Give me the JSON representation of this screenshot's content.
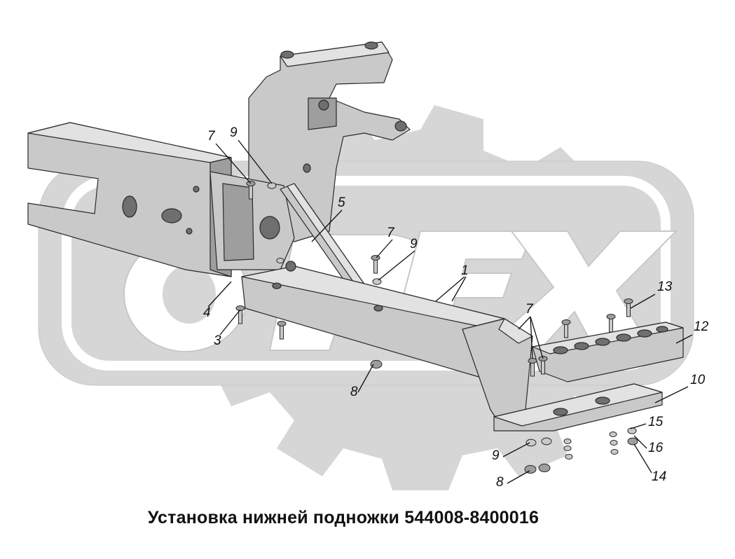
{
  "caption": "Установка нижней подножки 544008-8400016",
  "watermark": {
    "text": "OPEX",
    "gear_color": "#d6d6d6",
    "letter_color": "#ffffff",
    "outline_color": "#c8c8c8"
  },
  "callouts": [
    {
      "id": "c7a",
      "text": "7"
    },
    {
      "id": "c9a",
      "text": "9"
    },
    {
      "id": "c5",
      "text": "5"
    },
    {
      "id": "c7b",
      "text": "7"
    },
    {
      "id": "c9b",
      "text": "9"
    },
    {
      "id": "c1",
      "text": "1"
    },
    {
      "id": "c4",
      "text": "4"
    },
    {
      "id": "c3",
      "text": "3"
    },
    {
      "id": "c7c",
      "text": "7"
    },
    {
      "id": "c13",
      "text": "13"
    },
    {
      "id": "c12",
      "text": "12"
    },
    {
      "id": "c10",
      "text": "10"
    },
    {
      "id": "c8a",
      "text": "8"
    },
    {
      "id": "c15",
      "text": "15"
    },
    {
      "id": "c9c",
      "text": "9"
    },
    {
      "id": "c16",
      "text": "16"
    },
    {
      "id": "c8b",
      "text": "8"
    },
    {
      "id": "c14",
      "text": "14"
    }
  ],
  "colors": {
    "part_fill": "#c9c9c9",
    "part_shade": "#9e9e9e",
    "part_dark": "#6f6f6f",
    "outline": "#2a2a2a"
  }
}
